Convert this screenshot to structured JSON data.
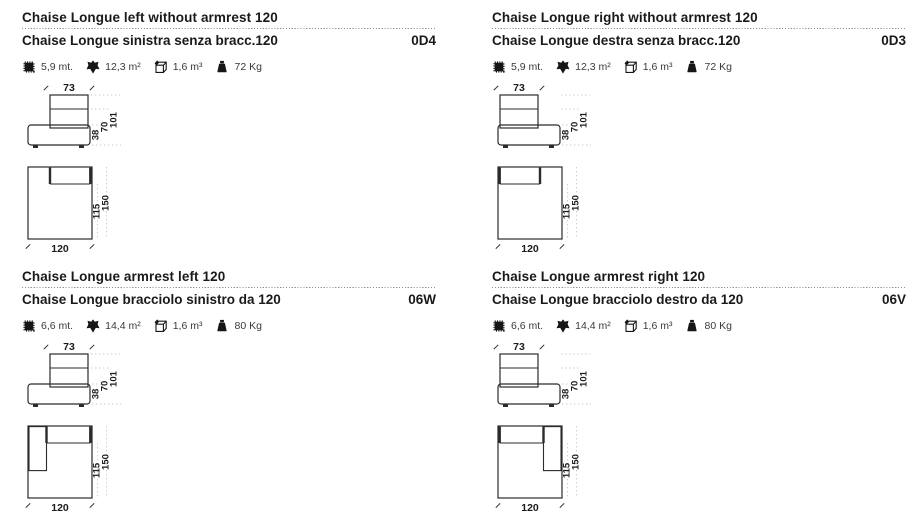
{
  "page": {
    "background": "#ffffff",
    "text_color": "#1a1a1a",
    "drawing_line_color": "#2b2b2b"
  },
  "products": [
    {
      "title_en": "Chaise Longue left without armrest 120",
      "title_it": "Chaise Longue sinistra senza bracc.120",
      "code": "0D4",
      "specs": [
        {
          "icon": "fabric-meters-icon",
          "text": "5,9 mt."
        },
        {
          "icon": "leather-area-icon",
          "text": "12,3 m²"
        },
        {
          "icon": "volume-icon",
          "text": "1,6 m³"
        },
        {
          "icon": "weight-icon",
          "text": "72 Kg"
        }
      ],
      "drawing": {
        "orientation": "left",
        "armrest": false,
        "dims": {
          "back_width": "73",
          "seat_height": "38",
          "back_height": "70",
          "total_height": "101",
          "seat_depth": "115",
          "total_depth": "150",
          "width": "120"
        }
      }
    },
    {
      "title_en": "Chaise Longue right without armrest 120",
      "title_it": "Chaise Longue destra senza bracc.120",
      "code": "0D3",
      "specs": [
        {
          "icon": "fabric-meters-icon",
          "text": "5,9 mt."
        },
        {
          "icon": "leather-area-icon",
          "text": "12,3 m²"
        },
        {
          "icon": "volume-icon",
          "text": "1,6 m³"
        },
        {
          "icon": "weight-icon",
          "text": "72 Kg"
        }
      ],
      "drawing": {
        "orientation": "right",
        "armrest": false,
        "dims": {
          "back_width": "73",
          "seat_height": "38",
          "back_height": "70",
          "total_height": "101",
          "seat_depth": "115",
          "total_depth": "150",
          "width": "120"
        }
      }
    },
    {
      "title_en": "Chaise Longue armrest left 120",
      "title_it": "Chaise Longue bracciolo sinistro da 120",
      "code": "06W",
      "specs": [
        {
          "icon": "fabric-meters-icon",
          "text": "6,6 mt."
        },
        {
          "icon": "leather-area-icon",
          "text": "14,4 m²"
        },
        {
          "icon": "volume-icon",
          "text": "1,6 m³"
        },
        {
          "icon": "weight-icon",
          "text": "80 Kg"
        }
      ],
      "drawing": {
        "orientation": "left",
        "armrest": true,
        "dims": {
          "back_width": "73",
          "seat_height": "38",
          "back_height": "70",
          "total_height": "101",
          "seat_depth": "115",
          "total_depth": "150",
          "width": "120"
        }
      }
    },
    {
      "title_en": "Chaise Longue armrest right 120",
      "title_it": "Chaise Longue bracciolo destro da 120",
      "code": "06V",
      "specs": [
        {
          "icon": "fabric-meters-icon",
          "text": "6,6 mt."
        },
        {
          "icon": "leather-area-icon",
          "text": "14,4 m²"
        },
        {
          "icon": "volume-icon",
          "text": "1,6 m³"
        },
        {
          "icon": "weight-icon",
          "text": "80 Kg"
        }
      ],
      "drawing": {
        "orientation": "right",
        "armrest": true,
        "dims": {
          "back_width": "73",
          "seat_height": "38",
          "back_height": "70",
          "total_height": "101",
          "seat_depth": "115",
          "total_depth": "150",
          "width": "120"
        }
      }
    }
  ]
}
